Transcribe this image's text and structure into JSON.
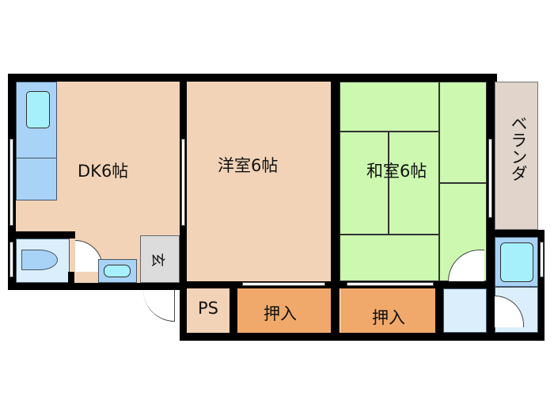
{
  "rooms": {
    "dk": "DK6帖",
    "youshitsu": "洋室6帖",
    "washitsu": "和室6帖",
    "veranda": "ベランダ",
    "entrance": "玄",
    "ps": "PS",
    "closet1": "押入",
    "closet2": "押入"
  },
  "colors": {
    "room": "#f2d3b7",
    "washitsu": "#ccf8b0",
    "closet": "#f0a96a",
    "wet": "#a9d3f6",
    "veranda": "#e0d4cb"
  }
}
